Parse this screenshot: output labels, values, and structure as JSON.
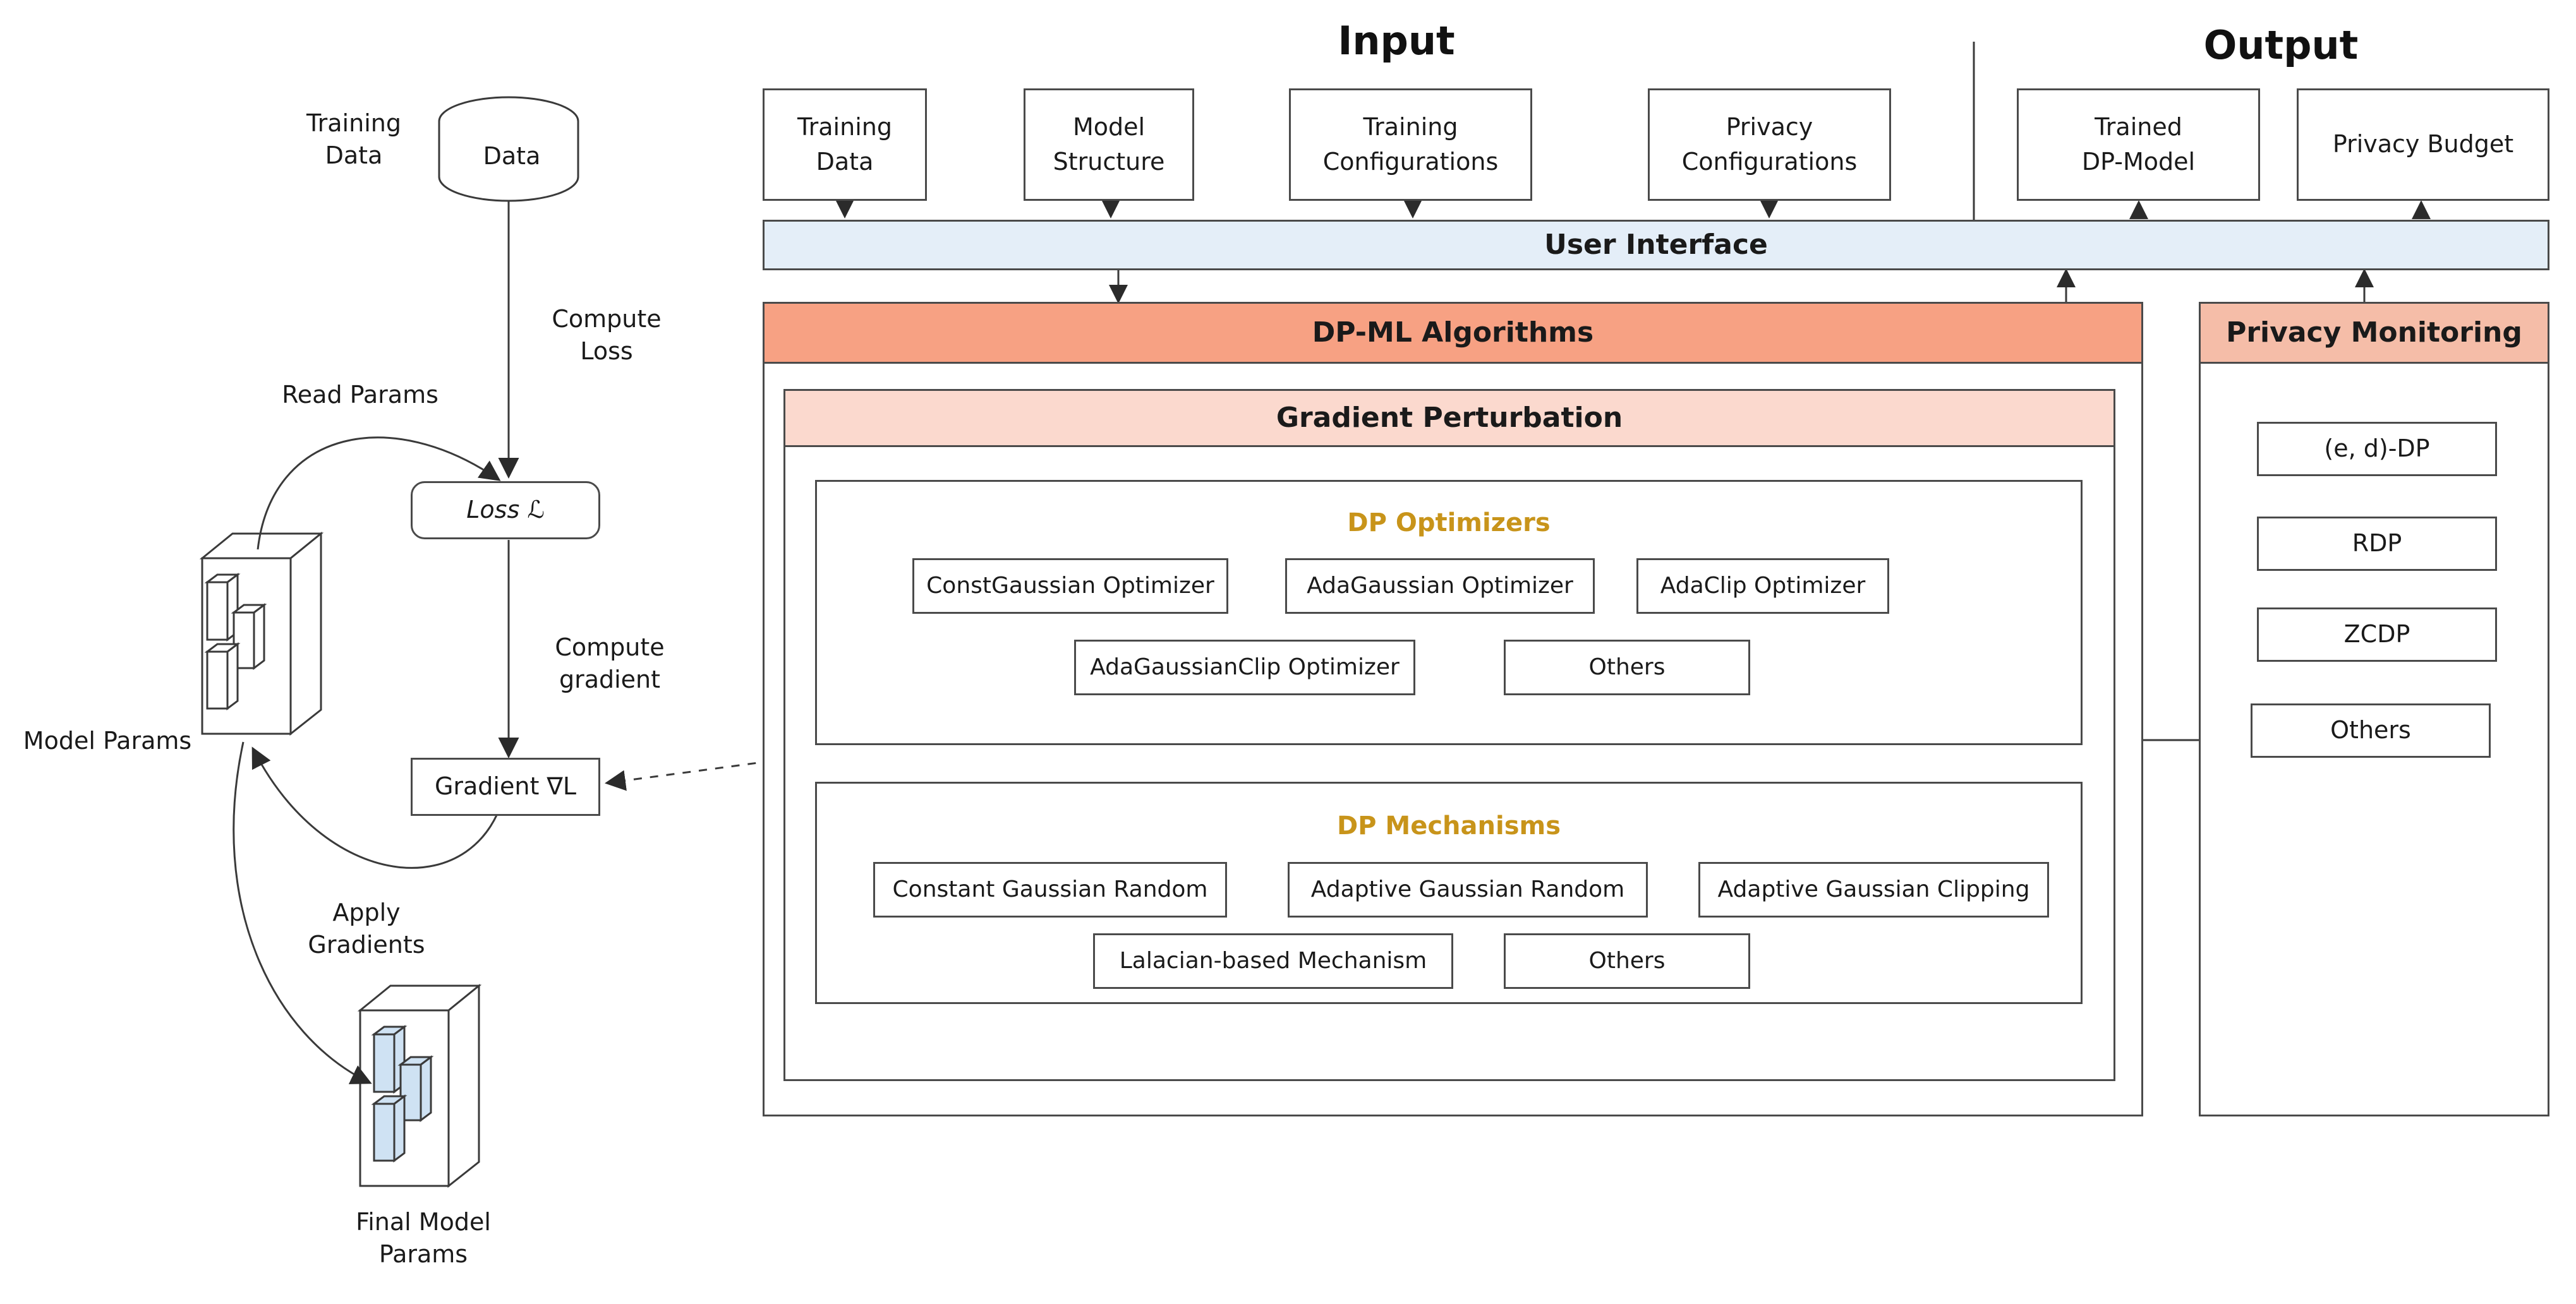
{
  "titles": {
    "input": "Input",
    "output": "Output"
  },
  "input_boxes": [
    {
      "label": "Training\nData"
    },
    {
      "label": "Model\nStructure"
    },
    {
      "label": "Training\nConfigurations"
    },
    {
      "label": "Privacy\nConfigurations"
    }
  ],
  "output_boxes": [
    {
      "label": "Trained\nDP-Model"
    },
    {
      "label": "Privacy Budget"
    }
  ],
  "user_interface": {
    "label": "User Interface",
    "color": "#E4EEF8"
  },
  "dp_ml": {
    "header": "DP-ML Algorithms",
    "header_color": "#F7A183",
    "gradient_perturbation": {
      "header": "Gradient Perturbation",
      "header_color": "#FBD9CE",
      "optimizers": {
        "label": "DP Optimizers",
        "label_color": "#C8941A",
        "row1": [
          "ConstGaussian Optimizer",
          "AdaGaussian Optimizer",
          "AdaClip Optimizer"
        ],
        "row2": [
          "AdaGaussianClip Optimizer",
          "Others"
        ]
      },
      "mechanisms": {
        "label": "DP Mechanisms",
        "label_color": "#C8941A",
        "row1": [
          "Constant Gaussian Random",
          "Adaptive Gaussian Random",
          "Adaptive Gaussian Clipping"
        ],
        "row2": [
          "Lalacian-based Mechanism",
          "Others"
        ]
      }
    }
  },
  "privacy_monitoring": {
    "header": "Privacy Monitoring",
    "header_color": "#F5BDA8",
    "items": [
      "(e, d)-DP",
      "RDP",
      "ZCDP",
      "Others"
    ]
  },
  "training_loop": {
    "data_store_label": "Data",
    "training_data_caption": "Training\nData",
    "compute_loss": "Compute\nLoss",
    "read_params": "Read Params",
    "loss_node": "Loss ℒ",
    "compute_gradient": "Compute\ngradient",
    "gradient_node": "Gradient ∇L",
    "apply_gradients": "Apply\nGradients",
    "model_params_caption": "Model Params",
    "final_model_params_caption": "Final Model\nParams",
    "final_params_fill": "#CFE2F3"
  }
}
